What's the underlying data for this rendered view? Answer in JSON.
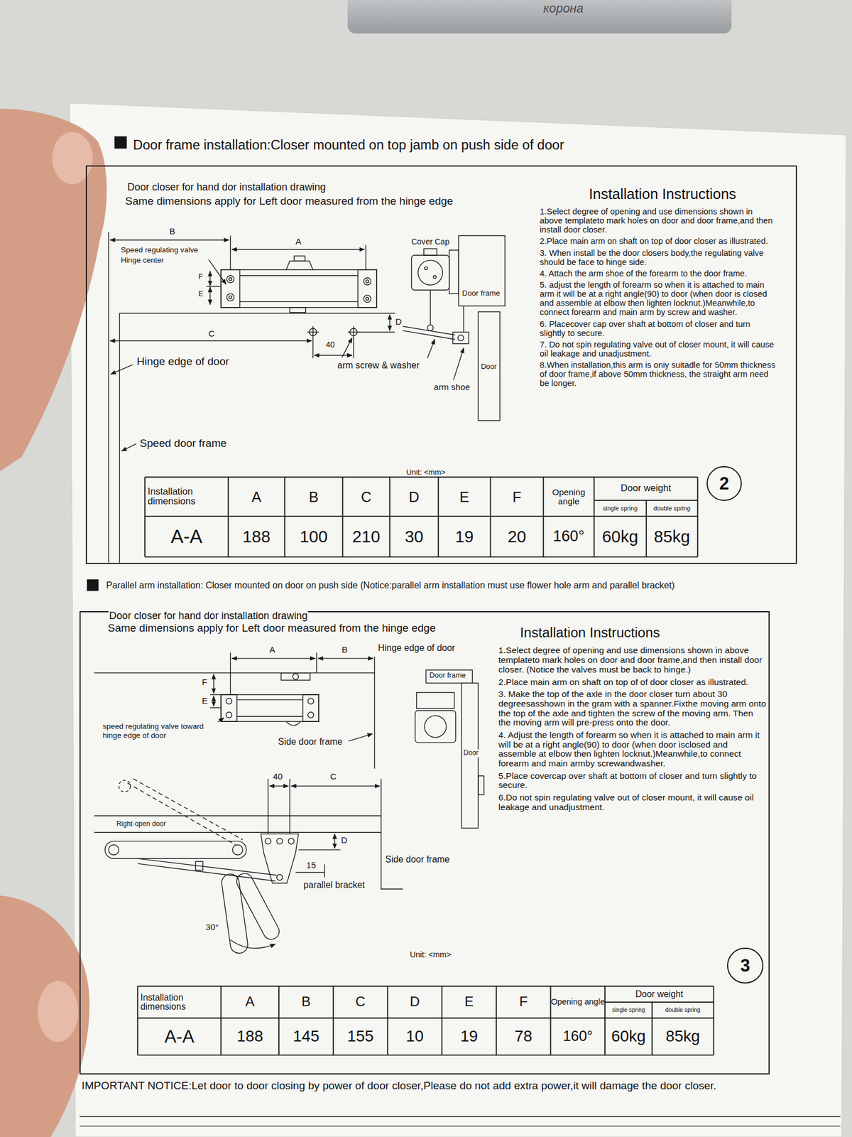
{
  "diagram": {
    "nodes": [
      {
        "text": [
          "корона"
        ]
      },
      {
        "text": [
          "Door frame installation:Closer mounted on top jamb on push side of door"
        ]
      },
      {
        "text": [
          "2"
        ],
        "in": 1
      },
      {
        "text": [
          "Parallel arm installation: Closer mounted on door on push side (Notice:parallel arm installation must use flower hole arm and parallel bracket)"
        ]
      },
      {
        "text": [
          "3"
        ],
        "in": 3
      }
    ],
    "labels": [
      "Door closer for hand dor installation drawing",
      "Same dimensions apply for Left door measured from the hinge edge",
      "B",
      "A",
      "Speed regulating valve",
      "Hinge center",
      "F",
      "E",
      "C",
      "40",
      "D",
      "Hinge edge of door",
      "arm screw & washer",
      "Cover Cap",
      "Door frame",
      "Door",
      "arm shoe",
      "Speed door frame",
      "Unit: <mm>",
      "Installation Instructions",
      "1.Select degree of opening and use dimensions shown in above templateto mark holes on door and door frame,and then install door closer.",
      "2.Place main arm on shaft on top of door closer as illustrated.",
      "3. When install be the door closers body,the regulating valve should be face to hinge side.",
      "4. Attach the arm shoe of the forearm to the door frame.",
      "5. adjust the length of forearm so when it is attached to main arm it will be at a right angle(90) to door (when door is closed and assemble at elbow then lighten locknut.)Meanwhile,to connect forearm and main arm by screw and washer.",
      "6. Placecover cap over shaft at bottom of closer and turn slightly to secure.",
      "7. Do not spin regulating valve out of closer mount, it will cause oil leakage and unadjustment.",
      "8.When installation,this arm is oniy suitadle for 50mm thickness of door frame,if above 50mm thickness, the straight arm need be longer.",
      "Installation dimensions",
      "A",
      "B",
      "C",
      "D",
      "E",
      "F",
      "Opening angle",
      "Door weight",
      "single spring",
      "double spring",
      "A-A",
      "188",
      "100",
      "210",
      "30",
      "19",
      "20",
      "160°",
      "60kg",
      "85kg",
      "Door closer for hand dor installation drawing",
      "Same dimensions apply for Left door measured from the hinge edge",
      "A",
      "B",
      "Hinge edge of door",
      "F",
      "E",
      "speed regulating valve toward hinge edge of door",
      "Side door frame",
      "Door frame",
      "Door",
      "40",
      "C",
      "Right-open door",
      "D",
      "15",
      "parallel bracket",
      "Side door frame",
      "30°",
      "Unit: <mm>",
      "Installation Instructions",
      "1.Select degree of opening and use dimensions shown in above templateto mark holes on door and door frame,and then install door closer. (Notice the valves must be back to hinge.)",
      "2.Place main arm on shaft on top of of door closer as illustrated.",
      "3. Make the top of the axle in the door closer turn about 30 degreesasshown in the gram with a spanner.Fixthe moving arm onto the top of the axle and tighten the screw of the moving arm. Then the moving arm will pre-press onto the door.",
      "4. Adjust the length of forearm so when it is attached to main arm it will be at a right angle(90) to door (when door isclosed and assemble at elbow then lighten locknut.)Meanwhile,to connect forearm and main armby screwandwasher.",
      "5.Place covercap over shaft at bottom of closer and turn slightly to secure.",
      "6.Do not spin regulating valve out of closer mount, it will cause oil leakage and unadjustment.",
      "Installation dimensions",
      "A",
      "B",
      "C",
      "D",
      "E",
      "F",
      "Opening angle",
      "Door weight",
      "single spring",
      "double spring",
      "A-A",
      "188",
      "145",
      "155",
      "10",
      "19",
      "78",
      "160°",
      "60kg",
      "85kg",
      "IMPORTANT NOTICE:Let door to door closing by power of door closer,Please do not add extra power,it will damage the door closer."
    ]
  }
}
